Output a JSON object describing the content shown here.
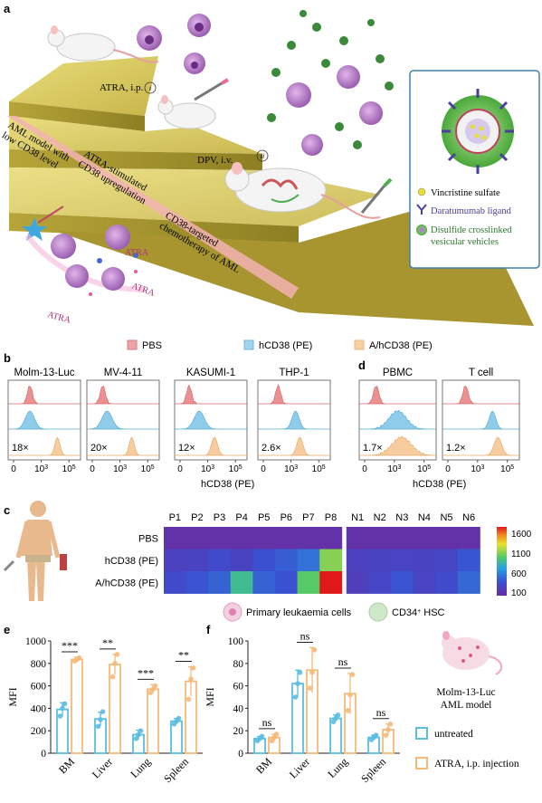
{
  "panel_labels": {
    "a": "a",
    "b": "b",
    "c": "c",
    "d": "d",
    "e": "e",
    "f": "f"
  },
  "panel_a": {
    "step_i": "ATRA, i.p.",
    "step_i_num": "i",
    "step_ii": "DPV, i.v.",
    "step_ii_num": "ii",
    "edge_1_line1": "AML model with",
    "edge_1_line2": "low CD38 level",
    "edge_2_line1": "ATRA-stimulated",
    "edge_2_line2": "CD38 upregulation",
    "edge_3_line1": "CD38-targeted",
    "edge_3_line2": "chemotherapy of AML",
    "atra_1": "ATRA",
    "atra_2": "ATRA",
    "atra_3": "ATRA",
    "legend": [
      {
        "label": "Vincristine sulfate",
        "color": "#3a3a3a",
        "mark": "dot"
      },
      {
        "label": "Daratumumab ligand",
        "color": "#4a3f9a",
        "mark": "antibody"
      },
      {
        "label": "Disulfide crosslinked",
        "label2": "vesicular vehicles",
        "color": "#2a7a2a",
        "mark": "vesicle"
      }
    ]
  },
  "panel_b": {
    "legend": [
      {
        "label": "PBS",
        "color": "#e87e7e"
      },
      {
        "label": "hCD38 (PE)",
        "color": "#7cc4e6"
      },
      {
        "label": "A/hCD38 (PE)",
        "color": "#f6c48e"
      }
    ],
    "cells": [
      {
        "name": "Molm-13-Luc",
        "fold": "18×"
      },
      {
        "name": "MV-4-11",
        "fold": "20×"
      },
      {
        "name": "KASUMI-1",
        "fold": "12×"
      },
      {
        "name": "THP-1",
        "fold": "2.6×"
      }
    ],
    "xlabel": "hCD38 (PE)",
    "ticks": [
      "0",
      "10",
      "3",
      "10",
      "5"
    ]
  },
  "panel_d": {
    "cells": [
      {
        "name": "PBMC",
        "fold": "1.7×"
      },
      {
        "name": "T cell",
        "fold": "1.2×"
      }
    ],
    "xlabel": "hCD38 (PE)"
  },
  "panel_c": {
    "patients": [
      "P1",
      "P2",
      "P3",
      "P4",
      "P5",
      "P6",
      "P7",
      "P8"
    ],
    "normals": [
      "N1",
      "N2",
      "N3",
      "N4",
      "N5",
      "N6"
    ],
    "rows": [
      "PBS",
      "hCD38 (PE)",
      "A/hCD38 (PE)"
    ],
    "colorbar_ticks": [
      "1600",
      "1100",
      "600",
      "100"
    ],
    "legend_primary": "Primary leukaemia cells",
    "legend_hsc": "CD34",
    "legend_hsc_sup": "+",
    "legend_hsc_rest": " HSC"
  },
  "chart_data": [
    {
      "type": "heatmap",
      "rows": [
        "PBS",
        "hCD38 (PE)",
        "A/hCD38 (PE)"
      ],
      "columns": [
        "P1",
        "P2",
        "P3",
        "P4",
        "P5",
        "P6",
        "P7",
        "P8",
        "N1",
        "N2",
        "N3",
        "N4",
        "N5",
        "N6"
      ],
      "values": [
        [
          150,
          150,
          150,
          150,
          150,
          150,
          150,
          150,
          150,
          150,
          150,
          150,
          150,
          150
        ],
        [
          300,
          320,
          380,
          320,
          420,
          480,
          560,
          1100,
          300,
          320,
          330,
          320,
          340,
          450
        ],
        [
          380,
          440,
          500,
          900,
          500,
          430,
          1000,
          1700,
          280,
          350,
          440,
          330,
          380,
          520
        ]
      ],
      "colorbar_range": [
        100,
        1700
      ]
    },
    {
      "type": "bar",
      "ylabel": "MFI",
      "categories": [
        "BM",
        "Liver",
        "Lung",
        "Spleen"
      ],
      "ylim": [
        0,
        1000
      ],
      "yticks": [
        0,
        200,
        400,
        600,
        800,
        1000
      ],
      "series": [
        {
          "name": "untreated",
          "color": "#5bbde0",
          "values": [
            390,
            305,
            165,
            285
          ],
          "errors": [
            60,
            60,
            40,
            25
          ],
          "points": [
            [
              330,
              400,
              440
            ],
            [
              240,
              300,
              370
            ],
            [
              130,
              165,
              200
            ],
            [
              260,
              285,
              310
            ]
          ]
        },
        {
          "name": "ATRA, i.p. injection",
          "color": "#f6b97a",
          "values": [
            835,
            790,
            570,
            640
          ],
          "errors": [
            20,
            90,
            40,
            130
          ],
          "points": [
            [
              820,
              835,
              850
            ],
            [
              680,
              800,
              880
            ],
            [
              540,
              570,
              600
            ],
            [
              480,
              660,
              760
            ]
          ]
        }
      ],
      "significance": [
        "***",
        "**",
        "***",
        "**"
      ]
    },
    {
      "type": "bar",
      "ylabel": "MFI",
      "categories": [
        "BM",
        "Liver",
        "Lung",
        "Spleen"
      ],
      "ylim": [
        0,
        100
      ],
      "yticks": [
        0,
        20,
        40,
        60,
        80,
        100
      ],
      "series": [
        {
          "name": "untreated",
          "color": "#5bbde0",
          "values": [
            13,
            62,
            31,
            14
          ],
          "errors": [
            2,
            12,
            3,
            2
          ],
          "points": [
            [
              11,
              13,
              15
            ],
            [
              50,
              62,
              72
            ],
            [
              28,
              31,
              34
            ],
            [
              12,
              14,
              16
            ]
          ]
        },
        {
          "name": "ATRA, i.p. injection",
          "color": "#f6b97a",
          "values": [
            14,
            74,
            53,
            21
          ],
          "errors": [
            3,
            20,
            18,
            5
          ],
          "points": [
            [
              11,
              14,
              17
            ],
            [
              58,
              72,
              92
            ],
            [
              38,
              52,
              70
            ],
            [
              16,
              21,
              26
            ]
          ]
        }
      ],
      "significance": [
        "ns",
        "ns",
        "ns",
        "ns"
      ]
    }
  ],
  "panel_f_legend": {
    "model_line1": "Molm-13-Luc",
    "model_line2": "AML model",
    "untreated": "untreated",
    "treated": "ATRA, i.p. injection"
  }
}
